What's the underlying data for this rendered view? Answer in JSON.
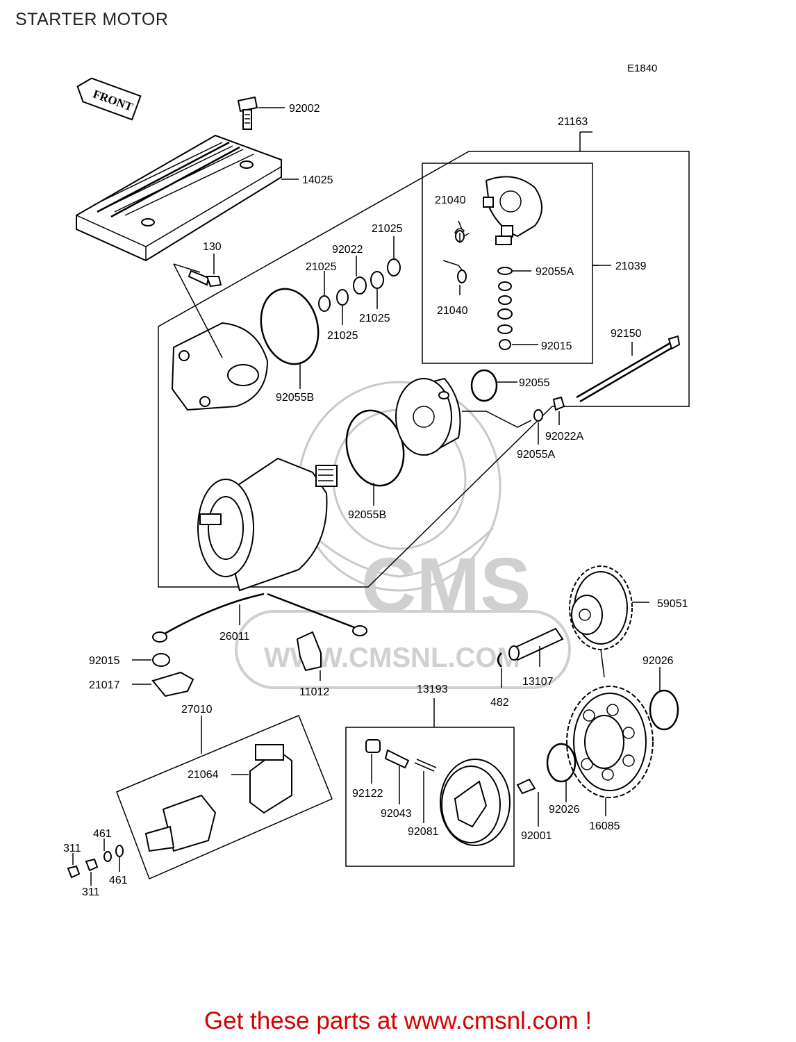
{
  "header": {
    "title": "STARTER MOTOR",
    "ref": "E1840"
  },
  "front_arrow": "FRONT",
  "watermark": {
    "logo_text": "CMS",
    "url": "WWW.CMSNL.COM"
  },
  "parts": {
    "p92002": "92002",
    "p14025": "14025",
    "p21163": "21163",
    "p130": "130",
    "p21040a": "21040",
    "p21040b": "21040",
    "p21039": "21039",
    "p92055A_a": "92055A",
    "p92015_a": "92015",
    "p21025_a": "21025",
    "p92022": "92022",
    "p21025_b": "21025",
    "p21025_c": "21025",
    "p21025_d": "21025",
    "p92150": "92150",
    "p92055B_a": "92055B",
    "p92055": "92055",
    "p92022A": "92022A",
    "p92055A_b": "92055A",
    "p92055B_b": "92055B",
    "p59051": "59051",
    "p26011": "26011",
    "p92015_b": "92015",
    "p21017": "21017",
    "p11012": "11012",
    "p13193": "13193",
    "p13107": "13107",
    "p482": "482",
    "p92026_a": "92026",
    "p27010": "27010",
    "p21064": "21064",
    "p92122": "92122",
    "p92043": "92043",
    "p92081": "92081",
    "p92001": "92001",
    "p92026_b": "92026",
    "p16085": "16085",
    "p461_a": "461",
    "p311_a": "311",
    "p311_b": "311",
    "p461_b": "461"
  },
  "footer": {
    "text": "Get these parts at www.cmsnl.com !"
  },
  "colors": {
    "footer": "#d40000",
    "watermark": "#c9c9c9",
    "lines": "#000000"
  }
}
